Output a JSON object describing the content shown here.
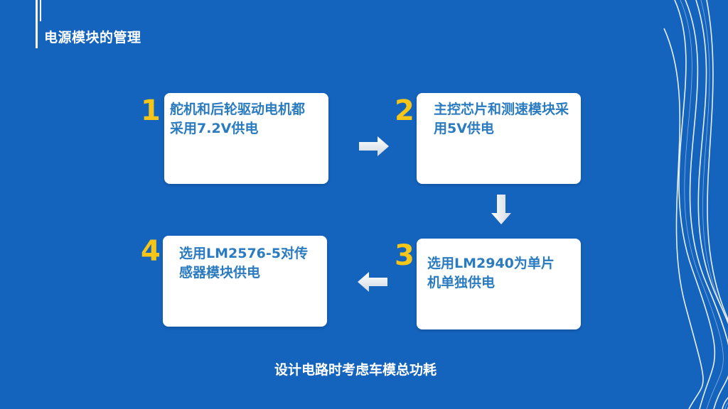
{
  "title": "电源模块的管理",
  "steps": [
    {
      "number": "1",
      "text": "舵机和后轮驱动电机都采用7.2V供电"
    },
    {
      "number": "2",
      "text": "主控芯片和测速模块采用5V供电"
    },
    {
      "number": "3",
      "text": "选用LM2940为单片机单独供电"
    },
    {
      "number": "4",
      "text": "选用LM2576-5对传感器模块供电"
    }
  ],
  "footer": "设计电路时考虑车模总功耗",
  "colors": {
    "background": "#1463bd",
    "card": "#ffffff",
    "card_text": "#2a7bbf",
    "number": "#f5c518",
    "arrow": "#ffffff"
  },
  "icons": [
    "arrow-right-icon",
    "arrow-down-icon",
    "arrow-left-icon"
  ]
}
